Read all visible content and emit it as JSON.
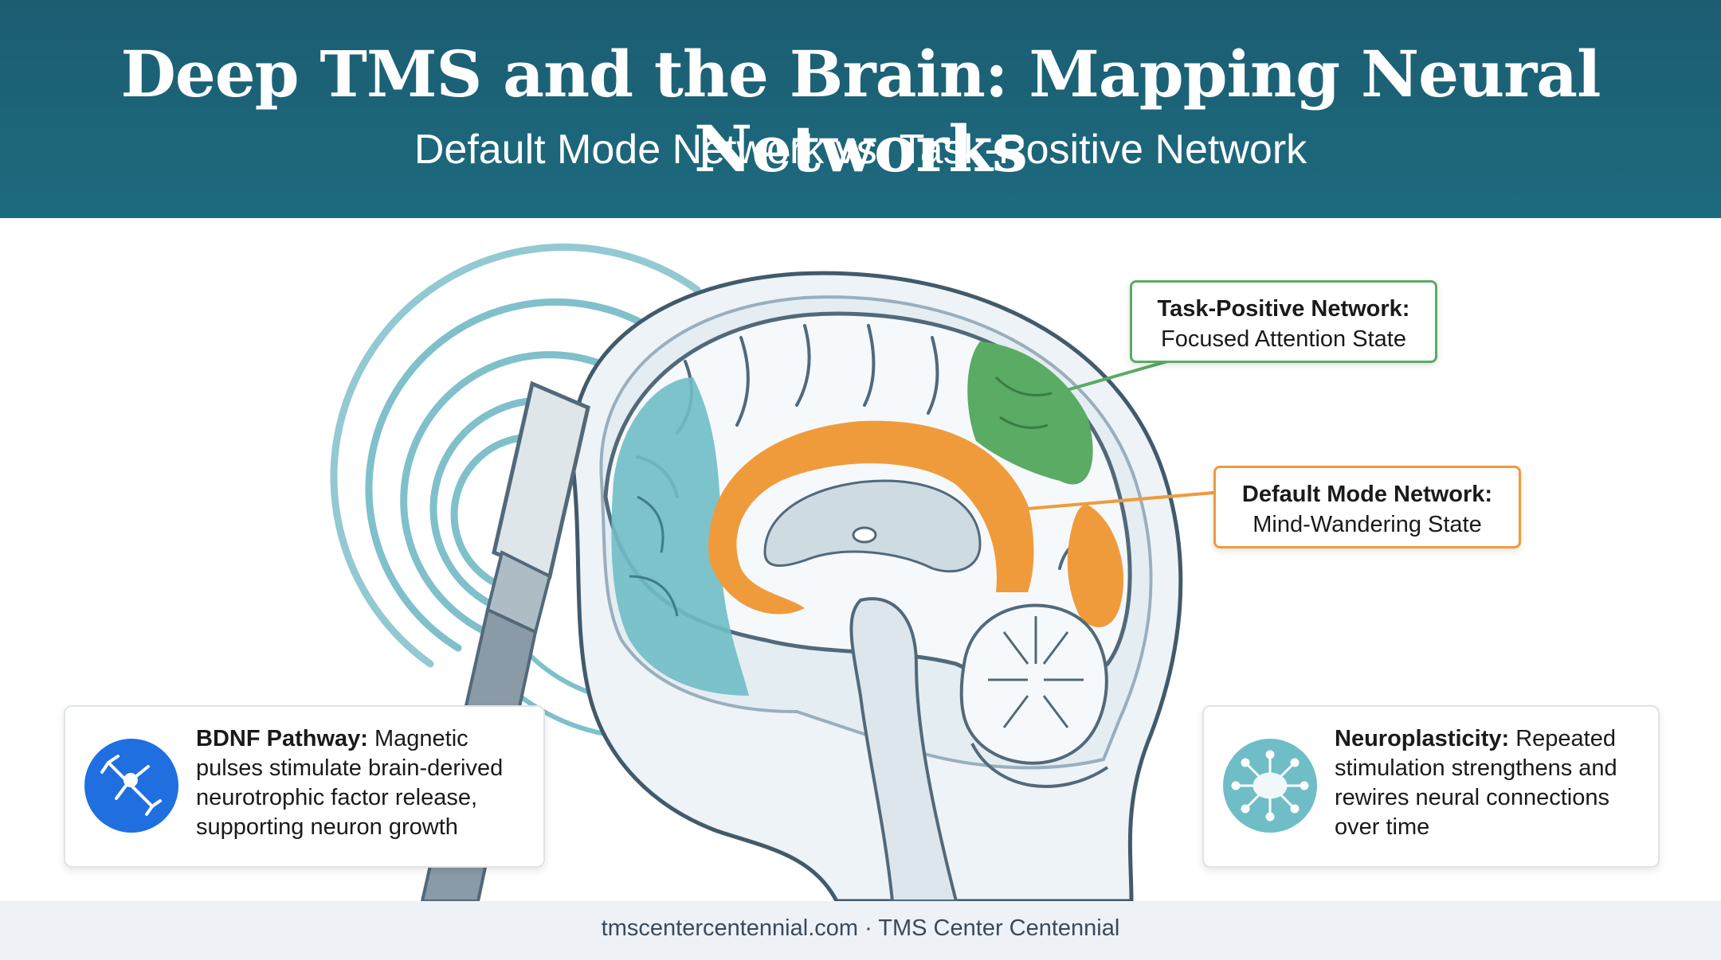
{
  "header": {
    "title": "Deep TMS and the Brain: Mapping Neural Networks",
    "subtitle": "Default Mode Network vs. Task-Positive Network"
  },
  "callouts": {
    "task_positive": {
      "heading": "Task-Positive Network:",
      "text": "Focused Attention State",
      "color": "#5aab64"
    },
    "default_mode": {
      "heading": "Default Mode Network:",
      "text": "Mind-Wandering State",
      "color": "#ef9b3c"
    }
  },
  "cards": {
    "bdnf": {
      "heading": "BDNF Pathway:",
      "text": "Magnetic pulses stimulate brain-derived neurotrophic factor release, supporting neuron growth",
      "icon": "neuron-icon",
      "color": "#1f6fe0"
    },
    "neuroplasticity": {
      "heading": "Neuroplasticity:",
      "text": "Repeated stimulation strengthens and rewires neural connections over time",
      "icon": "brain-network-icon",
      "color": "#6fbdc7"
    }
  },
  "footer": {
    "text": "tmscentercentennial.com · TMS Center Centennial"
  },
  "colors": {
    "header_bg": "#1c5d72",
    "prefrontal_region": "#6fbdc7",
    "default_mode_region": "#ef9b3c",
    "task_positive_region": "#5aab64",
    "magnetic_waves": "#7fc0cb"
  }
}
